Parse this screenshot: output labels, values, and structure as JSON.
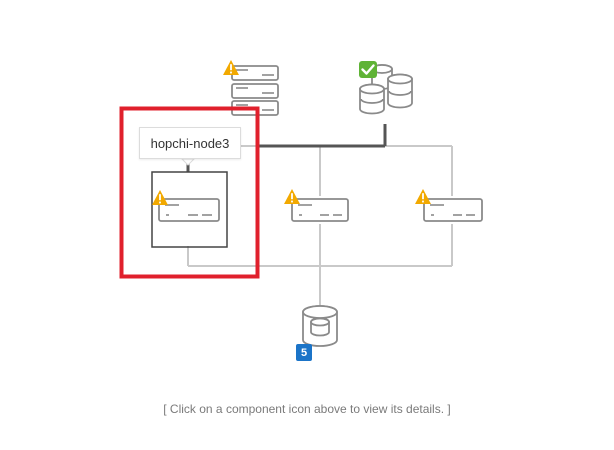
{
  "tooltip": {
    "label": "hopchi-node3"
  },
  "storage": {
    "count_badge": "5"
  },
  "hint": {
    "text": "[ Click on a component icon above to view its details. ]"
  },
  "colors": {
    "warning": "#f2a900",
    "healthy": "#5fb336",
    "badge": "#1b74c8",
    "selection": "#e0202c",
    "icon_stroke": "#8a8a8a",
    "link_active": "#555555",
    "link_idle": "#c9c9c9"
  },
  "icons": {
    "warning": "warning-triangle-icon",
    "healthy": "check-icon",
    "server": "server-icon",
    "database": "database-icon"
  }
}
